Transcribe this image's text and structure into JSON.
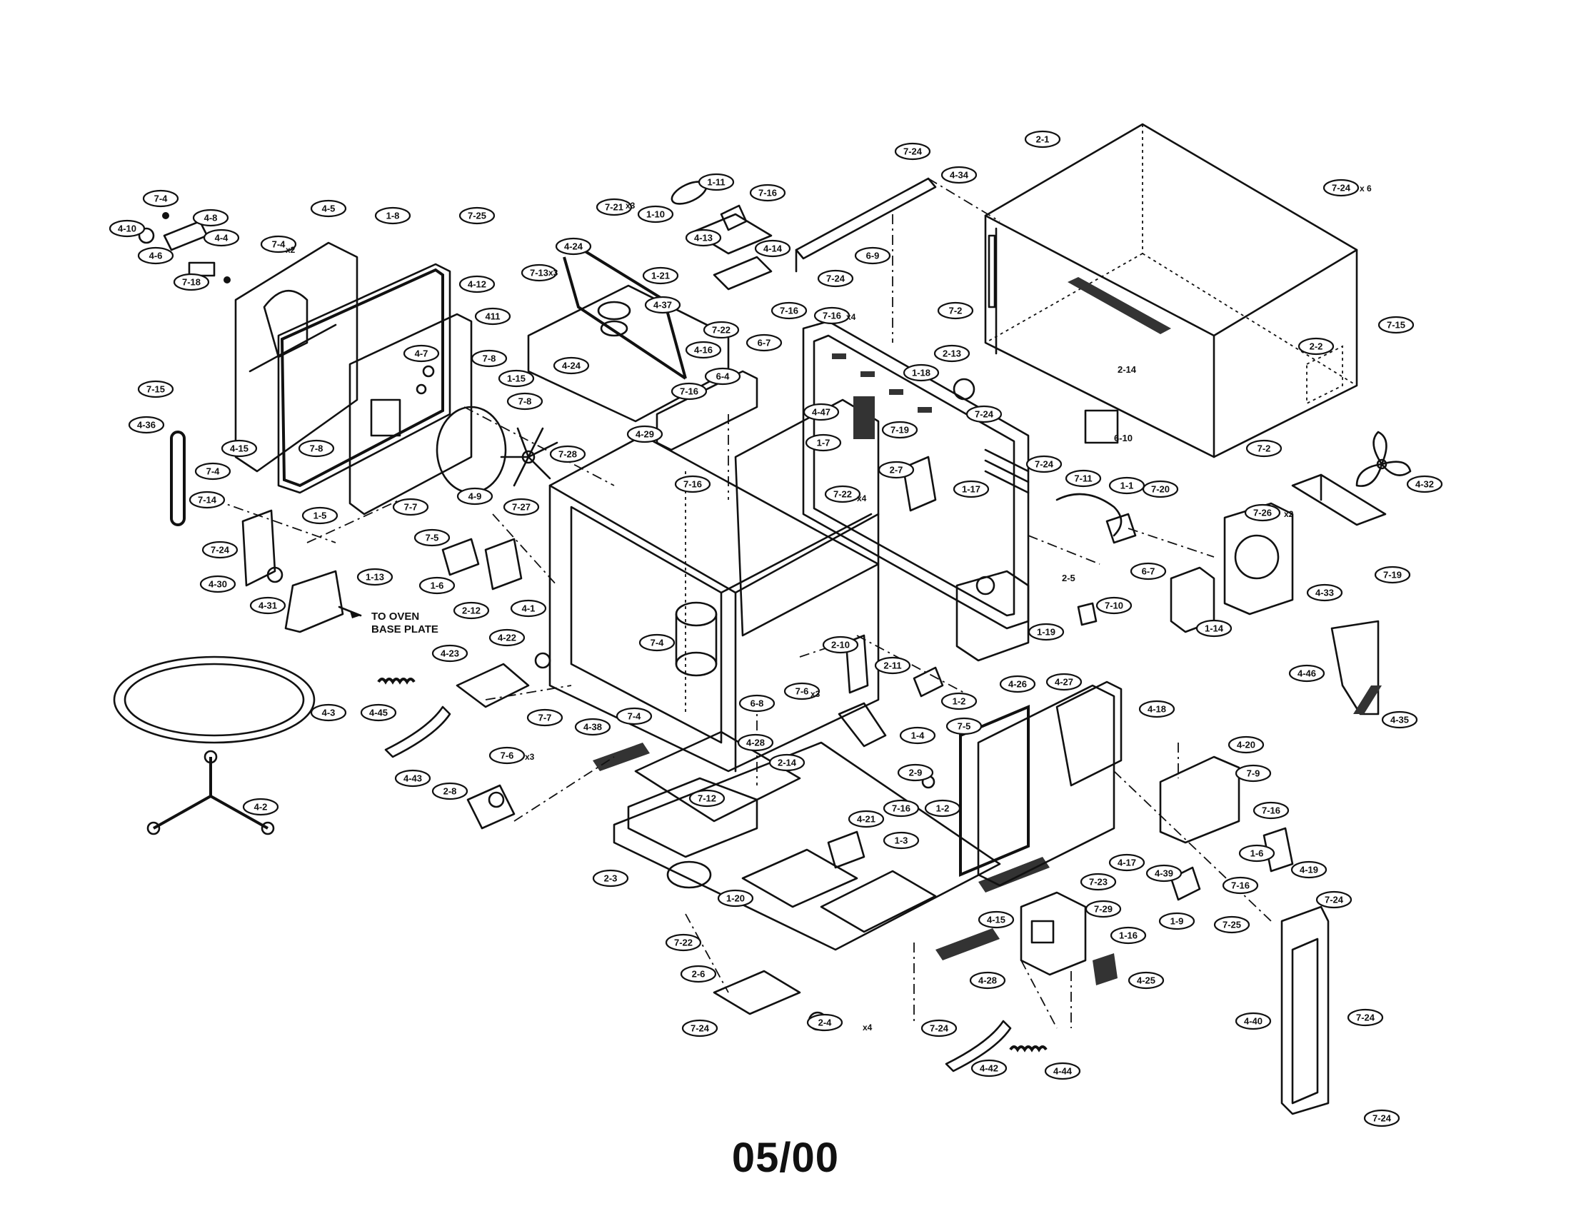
{
  "note": {
    "line1": "TO OVEN",
    "line2": "BASE PLATE"
  },
  "date_code": "05/00",
  "plain_labels": {
    "l_2_14_a": "2-14",
    "l_6_10": "6-10",
    "l_2_5": "2-5"
  },
  "multipliers": {
    "m_7_24_x6": "x 6",
    "m_7_21_x3": "x3",
    "m_7_13_x3": "x3",
    "m_7_4_x2": "x2",
    "m_7_16_x4": "x4",
    "m_7_22_x4": "x4",
    "m_7_26_x2": "x2",
    "m_7_6_x3a": "x3",
    "m_7_6_x3b": "x3",
    "m_2_4_x4": "x4"
  },
  "callouts": {
    "c_4_10": "4-10",
    "c_7_4_a": "7-4",
    "c_4_8": "4-8",
    "c_4_4": "4-4",
    "c_4_6": "4-6",
    "c_7_18": "7-18",
    "c_7_4_b": "7-4",
    "c_4_5": "4-5",
    "c_1_8": "1-8",
    "c_7_25_a": "7-25",
    "c_4_12": "4-12",
    "c_411": "411",
    "c_4_7": "4-7",
    "c_7_8_a": "7-8",
    "c_1_15": "1-15",
    "c_7_8_b": "7-8",
    "c_7_28": "7-28",
    "c_4_9": "4-9",
    "c_7_27": "7-27",
    "c_7_8_c": "7-8",
    "c_1_5": "1-5",
    "c_7_7_a": "7-7",
    "c_7_15_a": "7-15",
    "c_4_36": "4-36",
    "c_4_15_a": "4-15",
    "c_7_4_c": "7-4",
    "c_7_14": "7-14",
    "c_7_24_a": "7-24",
    "c_4_30": "4-30",
    "c_4_31": "4-31",
    "c_1_13": "1-13",
    "c_4_3": "4-3",
    "c_4_2": "4-2",
    "c_4_45": "4-45",
    "c_4_43": "4-43",
    "c_4_23": "4-23",
    "c_4_22": "4-22",
    "c_7_7_b": "7-7",
    "c_7_5_a": "7-5",
    "c_1_6_a": "1-6",
    "c_2_12": "2-12",
    "c_4_1": "4-1",
    "c_7_4_d": "7-4",
    "c_7_4_e": "7-4",
    "c_6_8": "6-8",
    "c_7_6_a": "7-6",
    "c_2_8": "2-8",
    "c_4_38": "4-38",
    "c_7_12": "7-12",
    "c_4_28_a": "4-28",
    "c_2_3": "2-3",
    "c_1_20": "1-20",
    "c_7_22_a": "7-22",
    "c_2_6": "2-6",
    "c_7_24_b": "7-24",
    "c_2_4": "2-4",
    "c_7_24_c": "7-24",
    "c_4_42": "4-42",
    "c_4_44": "4-44",
    "c_4_28_b": "4-28",
    "c_4_25": "4-25",
    "c_1_16": "1-16",
    "c_7_29": "7-29",
    "c_7_23": "7-23",
    "c_4_15_b": "4-15",
    "c_4_21": "4-21",
    "c_1_3": "1-3",
    "c_7_16_a": "7-16",
    "c_1_2_a": "1-2",
    "c_2_9": "2-9",
    "c_2_14_b": "2-14",
    "c_7_6_b": "7-6",
    "c_2_10": "2-10",
    "c_2_11": "2-11",
    "c_1_2_b": "1-2",
    "c_1_4": "1-4",
    "c_7_5_b": "7-5",
    "c_7_13": "7-13",
    "c_4_24_a": "4-24",
    "c_7_21": "7-21",
    "c_1_10": "1-10",
    "c_1_11": "1-11",
    "c_7_16_b": "7-16",
    "c_4_13": "4-13",
    "c_4_14": "4-14",
    "c_1_21": "1-21",
    "c_4_37": "4-37",
    "c_4_24_b": "4-24",
    "c_7_22_b": "7-22",
    "c_4_16": "4-16",
    "c_6_7_a": "6-7",
    "c_6_4": "6-4",
    "c_7_16_c": "7-16",
    "c_4_29": "4-29",
    "c_7_16_d": "7-16",
    "c_7_16_e": "7-16",
    "c_7_24_d": "7-24",
    "c_4_34": "4-34",
    "c_6_9": "6-9",
    "c_7_24_e": "7-24",
    "c_7_16_f": "7-16",
    "c_4_47": "4-47",
    "c_1_7": "1-7",
    "c_7_19_a": "7-19",
    "c_1_18": "1-18",
    "c_2_13": "2-13",
    "c_7_24_f": "7-24",
    "c_2_7": "2-7",
    "c_7_22_c": "7-22",
    "c_1_17": "1-17",
    "c_7_24_g": "7-24",
    "c_7_11": "7-11",
    "c_1_1": "1-1",
    "c_7_20": "7-20",
    "c_1_19": "1-19",
    "c_2_1": "2-1",
    "c_7_24_h": "7-24",
    "c_7_2_a": "7-2",
    "c_7_15_b": "7-15",
    "c_2_2": "2-2",
    "c_7_2_b": "7-2",
    "c_4_32": "4-32",
    "c_7_26": "7-26",
    "c_4_33": "4-33",
    "c_6_7_b": "6-7",
    "c_7_10": "7-10",
    "c_1_14": "1-14",
    "c_7_19_b": "7-19",
    "c_4_46": "4-46",
    "c_4_35": "4-35",
    "c_4_26": "4-26",
    "c_4_27": "4-27",
    "c_4_18": "4-18",
    "c_4_20": "4-20",
    "c_7_9": "7-9",
    "c_7_16_g": "7-16",
    "c_1_6_b": "1-6",
    "c_4_19": "4-19",
    "c_4_17": "4-17",
    "c_4_39": "4-39",
    "c_7_16_h": "7-16",
    "c_1_9": "1-9",
    "c_7_25_b": "7-25",
    "c_7_24_i": "7-24",
    "c_4_40": "4-40",
    "c_7_24_j": "7-24",
    "c_7_24_k": "7-24"
  }
}
